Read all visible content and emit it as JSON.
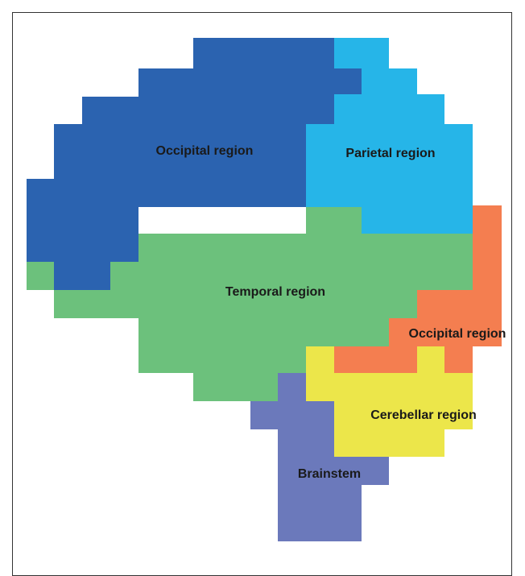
{
  "labels": {
    "occipital_top": "Occipital region",
    "parietal": "Parietal region",
    "temporal": "Temporal region",
    "occipital_lower": "Occipital region",
    "cerebellar": "Cerebellar region",
    "brainstem": "Brainstem"
  },
  "colors": {
    "occipital_top": "#2b63b0",
    "parietal": "#26b5e8",
    "temporal": "#6cc17c",
    "occipital_lower": "#f47e50",
    "cerebellar": "#ece64a",
    "brainstem": "#6b79bb"
  }
}
